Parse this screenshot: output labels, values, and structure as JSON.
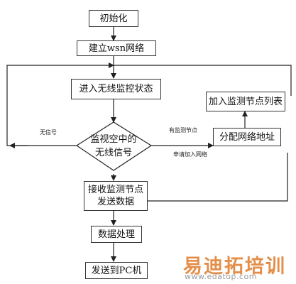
{
  "nodes": {
    "init": "初始化",
    "build_network": "建立wsn网络",
    "enter_monitor": "进入无线监控状态",
    "decision": "监视空中的\n无线信号",
    "receive_data": "接收监测节点\n发送数据",
    "process_data": "数据处理",
    "send_pc": "发送到PC机",
    "assign_address": "分配网络地址",
    "add_list": "加入监测节点列表"
  },
  "edges": {
    "no_signal": "无信号",
    "has_monitor_node": "有监测节点",
    "join_request": "申请加入网络"
  },
  "watermark": {
    "brand": "易迪拓培训",
    "url": "www.edatop.com"
  }
}
